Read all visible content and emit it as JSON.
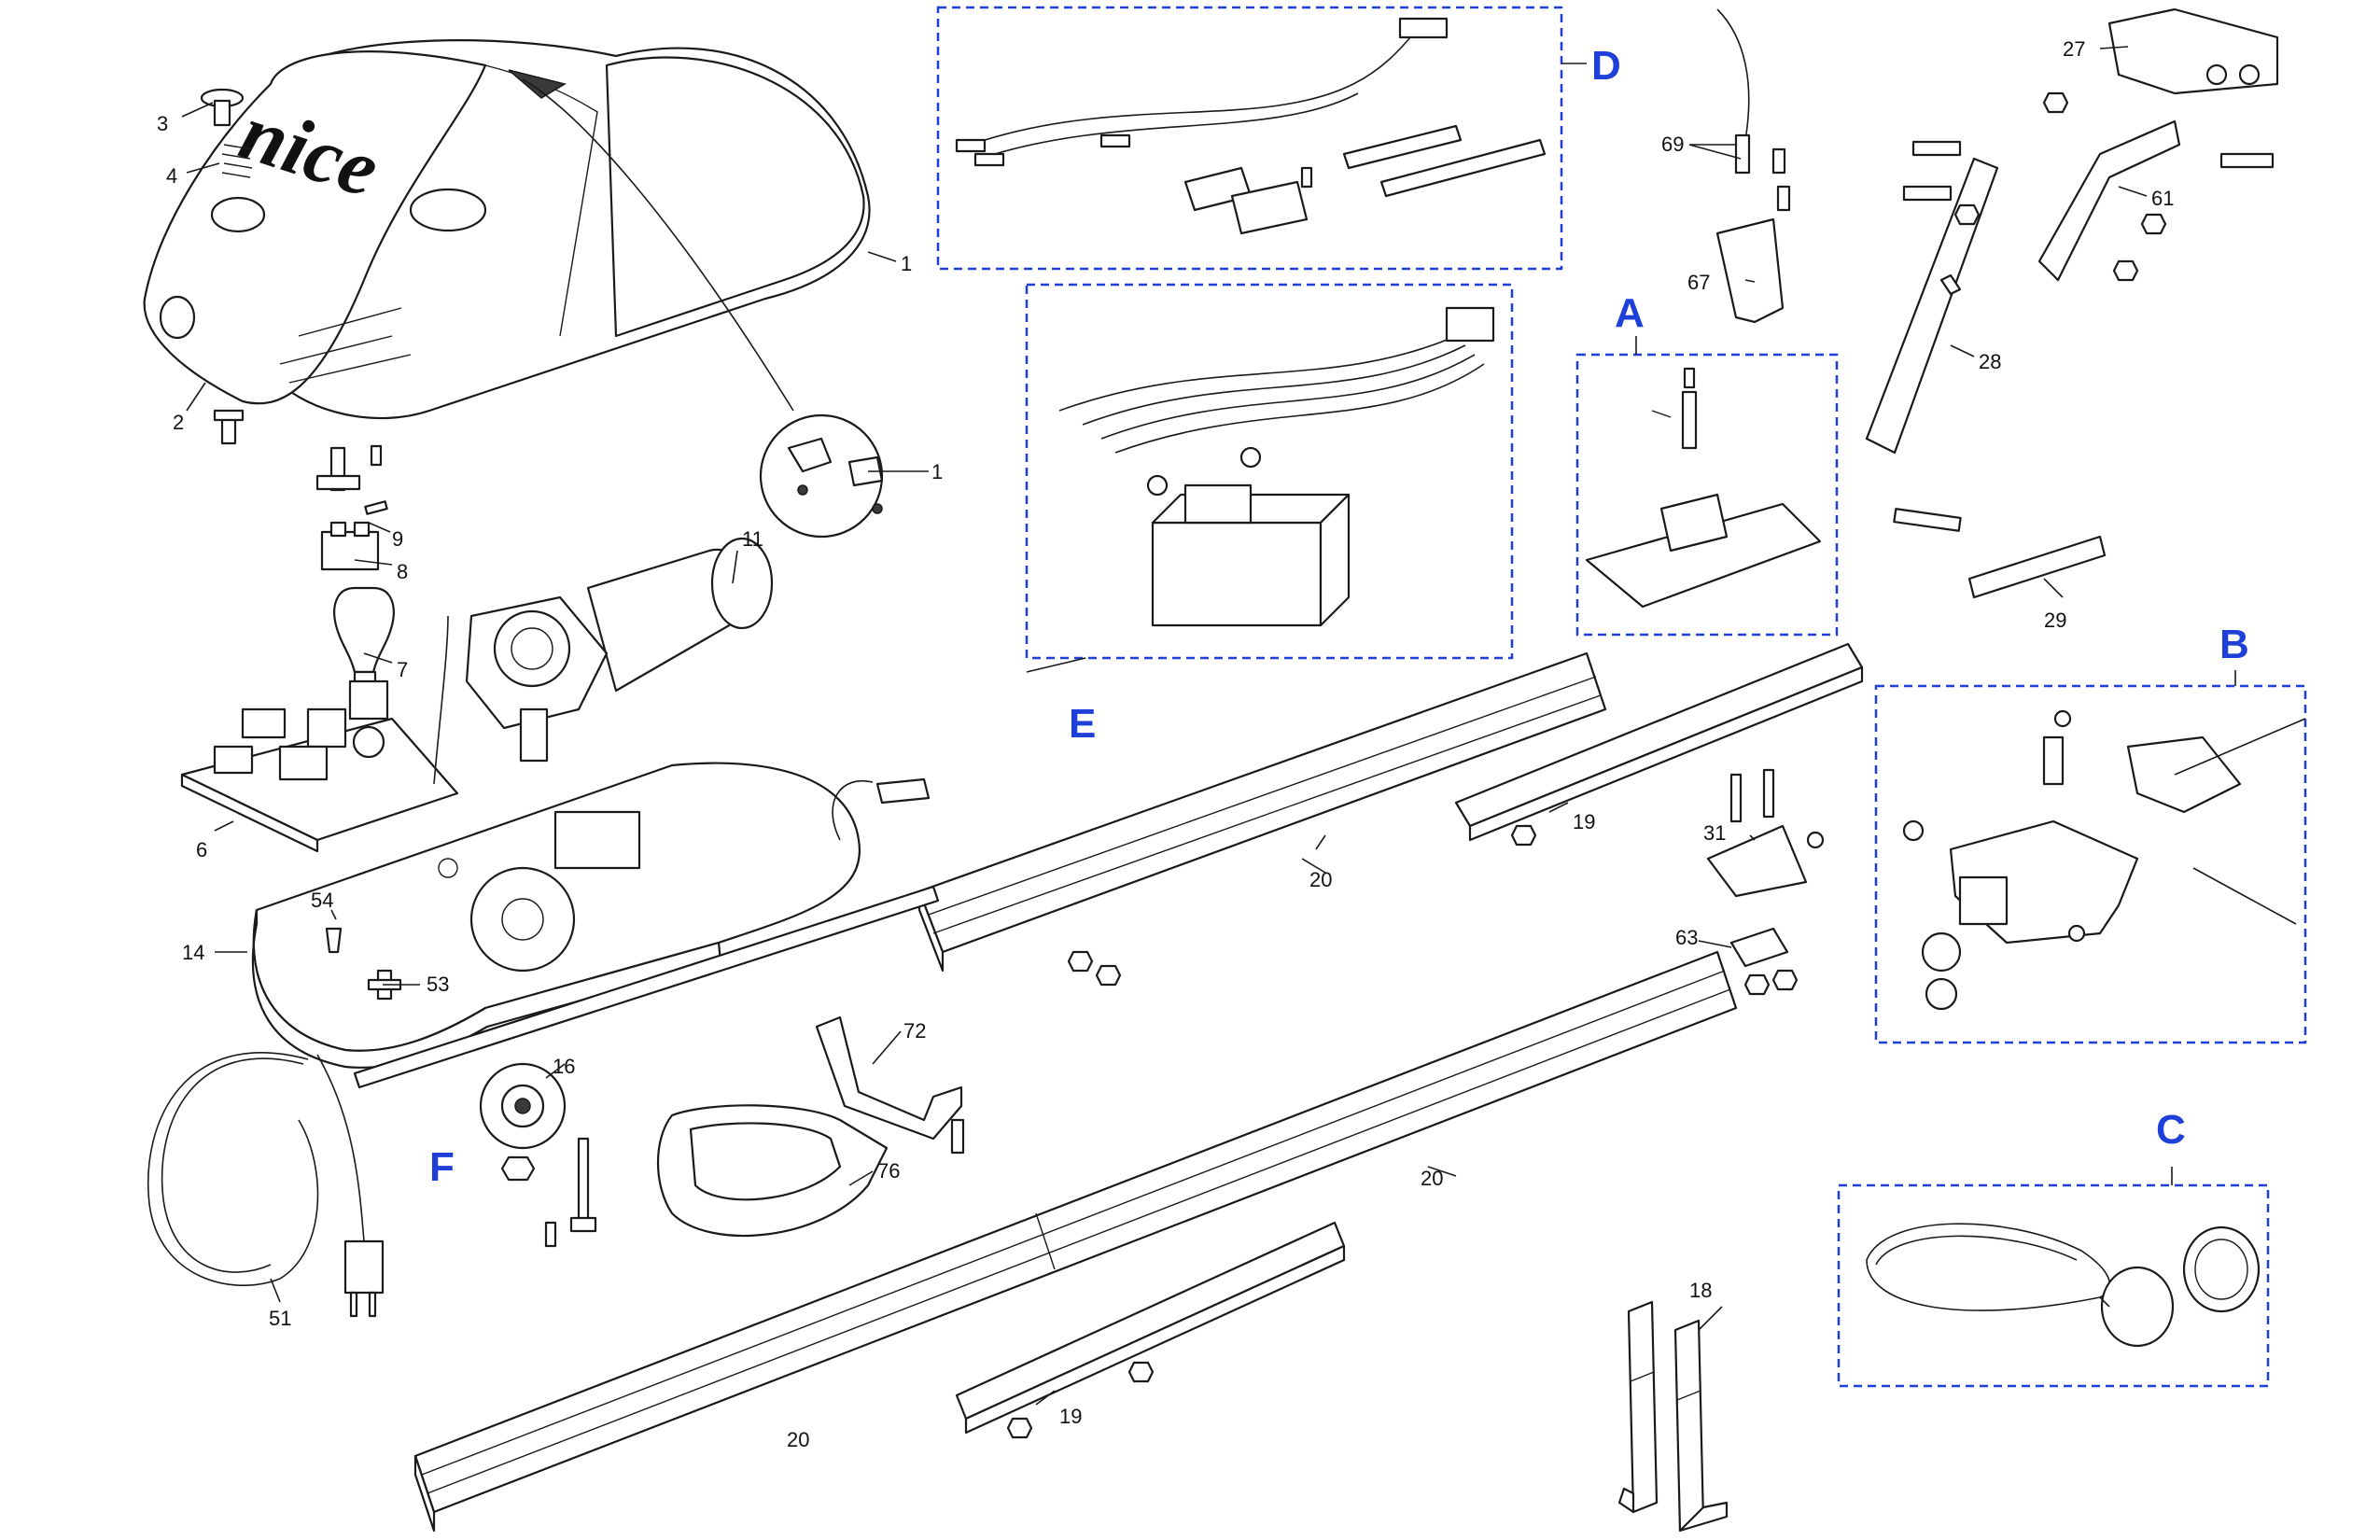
{
  "colors": {
    "group_accent": "#1f3fd9",
    "line": "#1a1a1a"
  },
  "brand": {
    "logo_text": "nice"
  },
  "callouts": {
    "c1": "1",
    "c1b": "1",
    "c2": "2",
    "c3": "3",
    "c4": "4",
    "c6": "6",
    "c7": "7",
    "c8": "8",
    "c9": "9",
    "c11": "11",
    "c14": "14",
    "c16": "16",
    "c18": "18",
    "c19a": "19",
    "c19b": "19",
    "c20a": "20",
    "c20b": "20",
    "c20c": "20",
    "c27": "27",
    "c28": "28",
    "c29": "29",
    "c31": "31",
    "c51": "51",
    "c53": "53",
    "c54": "54",
    "c61": "61",
    "c63": "63",
    "c67": "67",
    "c69": "69",
    "c72": "72",
    "c76": "76"
  },
  "groups": {
    "A": "A",
    "B": "B",
    "C": "C",
    "D": "D",
    "E": "E",
    "F": "F"
  }
}
